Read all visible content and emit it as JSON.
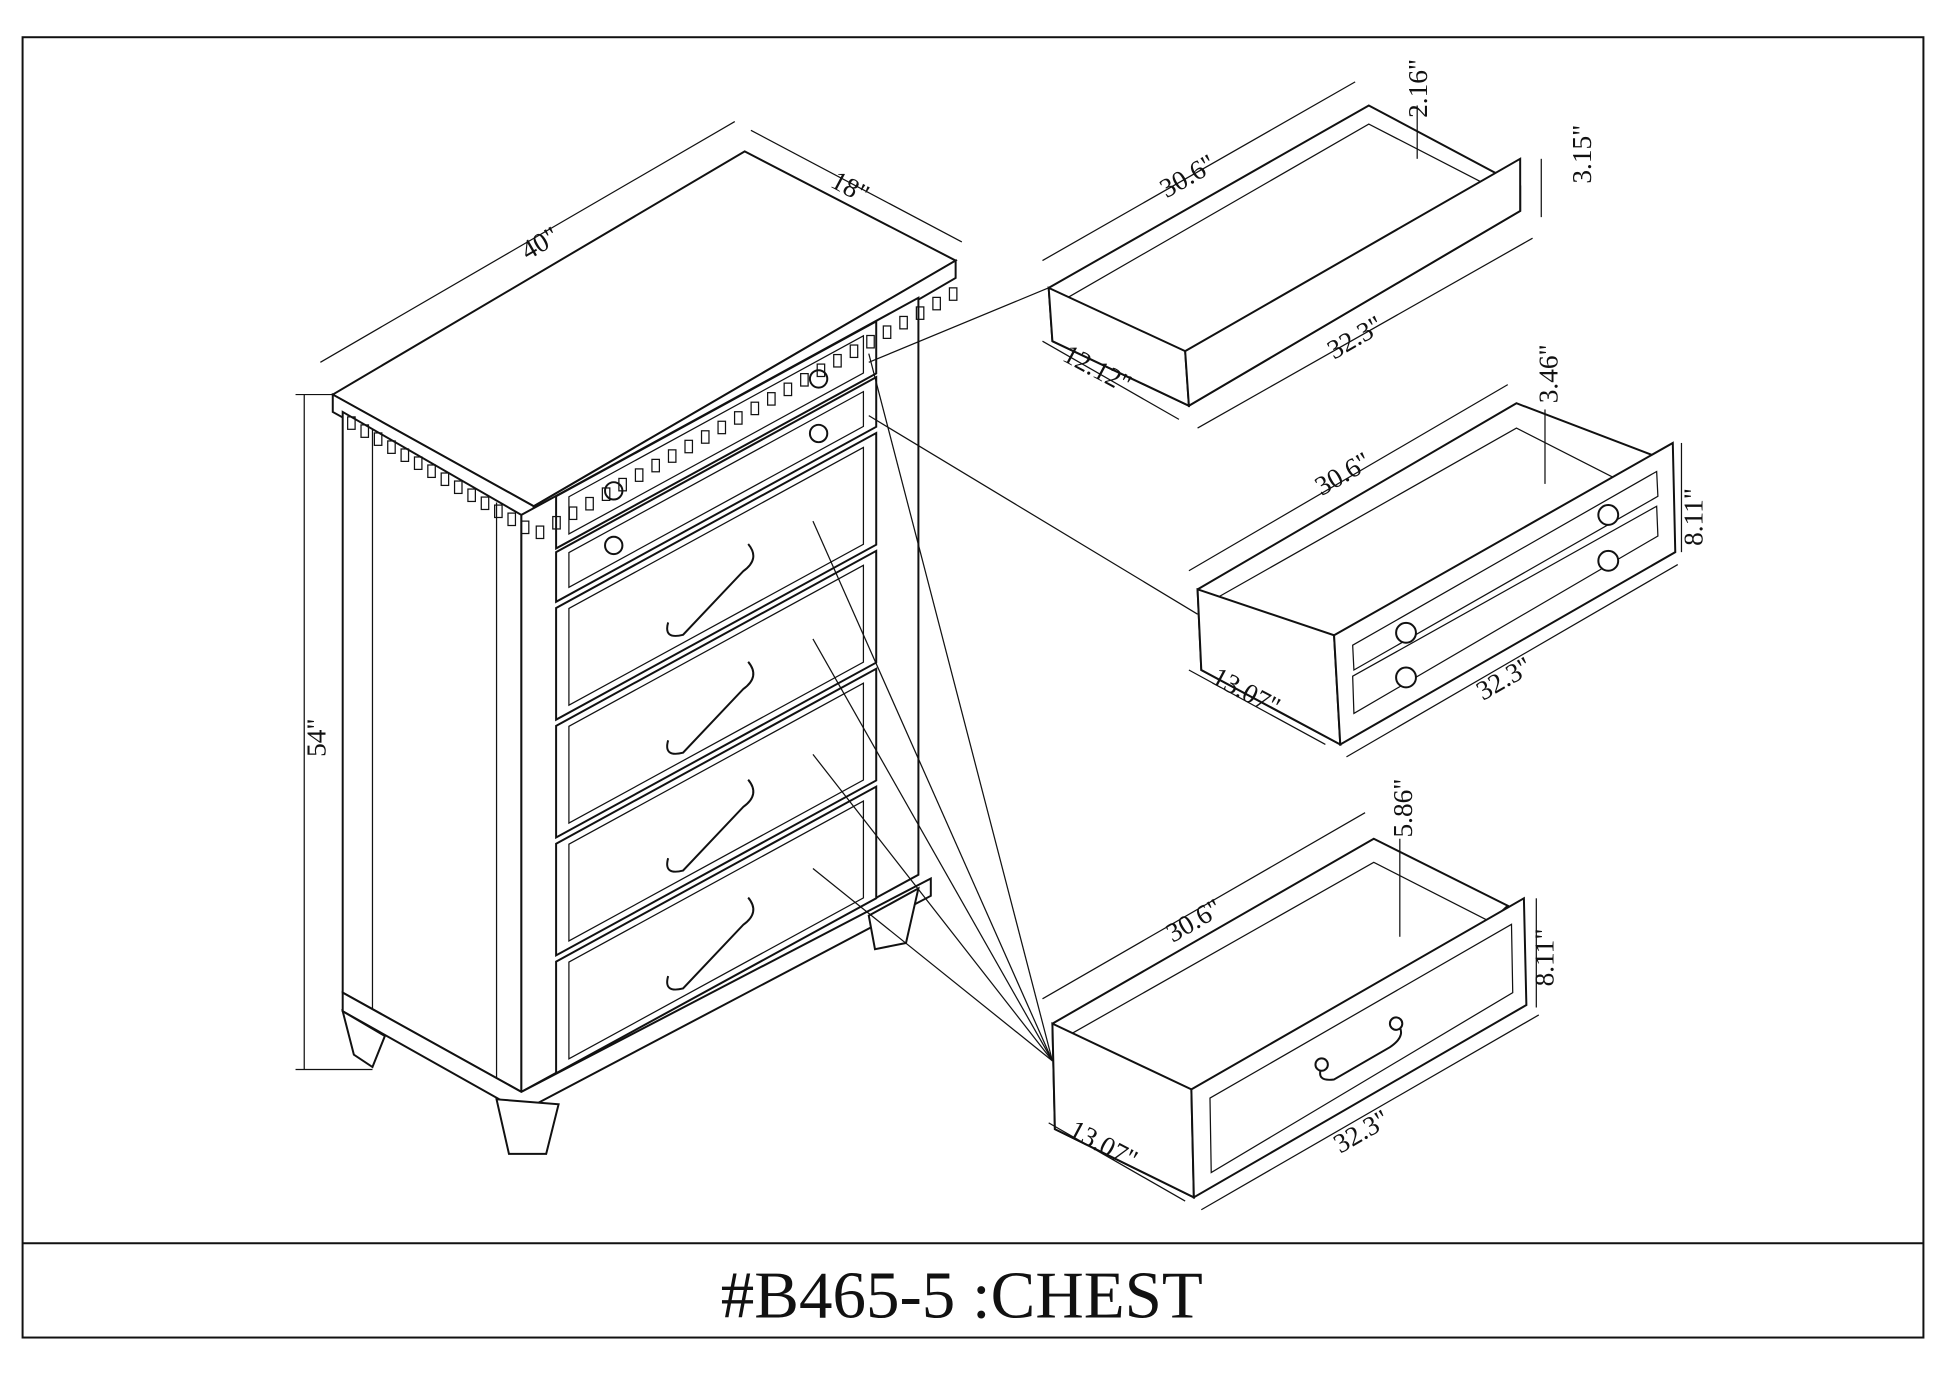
{
  "title": "#B465-5 :CHEST",
  "chest": {
    "width": "40\"",
    "depth": "18\"",
    "height": "54\""
  },
  "drawer_top": {
    "length": "30.6\"",
    "inner_depth": "2.16\"",
    "front_height": "3.15\"",
    "front_width": "32.3\"",
    "side_depth": "12.12\""
  },
  "drawer_middle": {
    "length": "30.6\"",
    "inner_depth": "3.46\"",
    "front_height": "8.11\"",
    "front_width": "32.3\"",
    "side_depth": "13.07\""
  },
  "drawer_bottom": {
    "length": "30.6\"",
    "inner_depth": "5.86\"",
    "front_height": "8.11\"",
    "front_width": "32.3\"",
    "side_depth": "13.07\""
  }
}
